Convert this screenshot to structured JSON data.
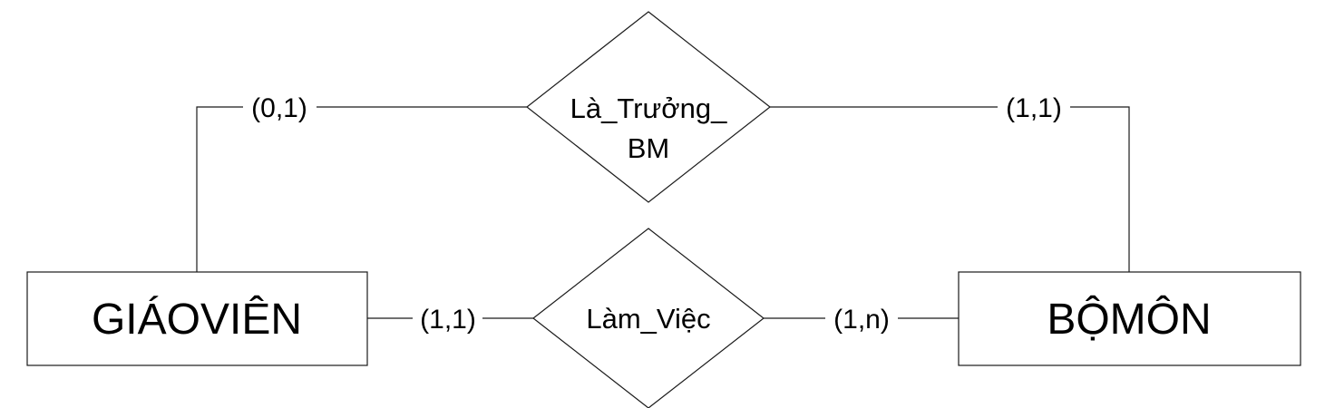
{
  "entities": {
    "giaovien": "GIÁOVIÊN",
    "bomon": "BỘMÔN"
  },
  "relationships": {
    "la_truong_bm": {
      "line1": "Là_Trưởng_",
      "line2": "BM"
    },
    "lam_viec": {
      "label": "Làm_Việc"
    }
  },
  "cardinalities": {
    "giaovien_la_truong": "(0,1)",
    "bomon_la_truong": "(1,1)",
    "giaovien_lam_viec": "(1,1)",
    "bomon_lam_viec": "(1,n)"
  }
}
